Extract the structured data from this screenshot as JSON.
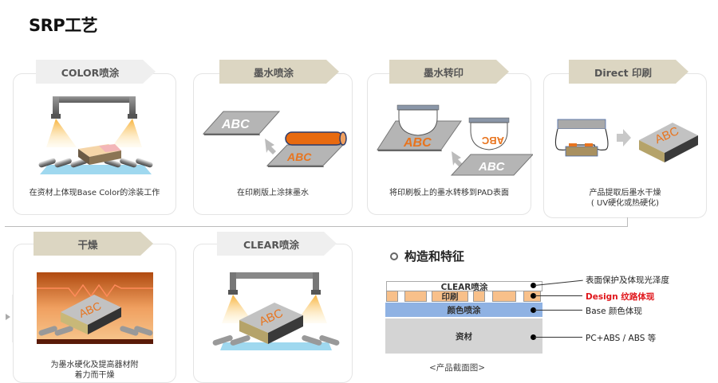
{
  "title": "SRP工艺",
  "steps": [
    {
      "label": "COLOR喷涂",
      "caption": "在资材上体现Base Color的涂装工作",
      "tab_style": "light",
      "illustration": "spray-booth-with-base-block-icon"
    },
    {
      "label": "墨水喷涂",
      "caption": "在印刷版上涂抹墨水",
      "tab_style": "beige",
      "illustration": "ink-roller-on-plate-icon",
      "plate_text": "ABC"
    },
    {
      "label": "墨水转印",
      "caption": "将印刷板上的墨水转移到PAD表面",
      "tab_style": "beige",
      "illustration": "pad-transfer-icon",
      "pad_text": "ABC",
      "mirrored_text": "CBA"
    },
    {
      "label": "Direct 印刷",
      "caption_lines": [
        "产品提取后墨水干燥",
        "( UV硬化或热硬化)"
      ],
      "tab_style": "beige",
      "illustration": "direct-print-keycap-icon",
      "keycap_text": "ABC"
    },
    {
      "label": "干燥",
      "caption_lines": [
        "为墨水硬化及提高器材附",
        "着力而干燥"
      ],
      "tab_style": "beige",
      "illustration": "drying-oven-keycap-icon",
      "keycap_text": "ABC"
    },
    {
      "label": "CLEAR喷涂",
      "caption": "",
      "tab_style": "light",
      "illustration": "clear-spray-booth-keycap-icon",
      "keycap_text": "ABC"
    }
  ],
  "structure": {
    "title": "构造和特征",
    "cross_section_caption": "<产品截面图>",
    "layers": [
      {
        "name": "CLEAR喷涂",
        "color": "#ffffff",
        "description": "表面保护及体现光泽度",
        "highlight": false
      },
      {
        "name": "印刷",
        "color": "#f8c08a",
        "description": "Design 纹路体现",
        "highlight": true
      },
      {
        "name": "颜色喷涂",
        "color": "#8fb2e3",
        "description": "Base 颜色体现",
        "highlight": false
      },
      {
        "name": "资材",
        "color": "#d4d4d4",
        "description": "PC+ABS / ABS 等",
        "highlight": false
      }
    ]
  },
  "colors": {
    "tab_light": "#efefef",
    "tab_beige": "#dcd6c2",
    "ink_orange": "#e8741e",
    "highlight_red": "#e0161b"
  }
}
